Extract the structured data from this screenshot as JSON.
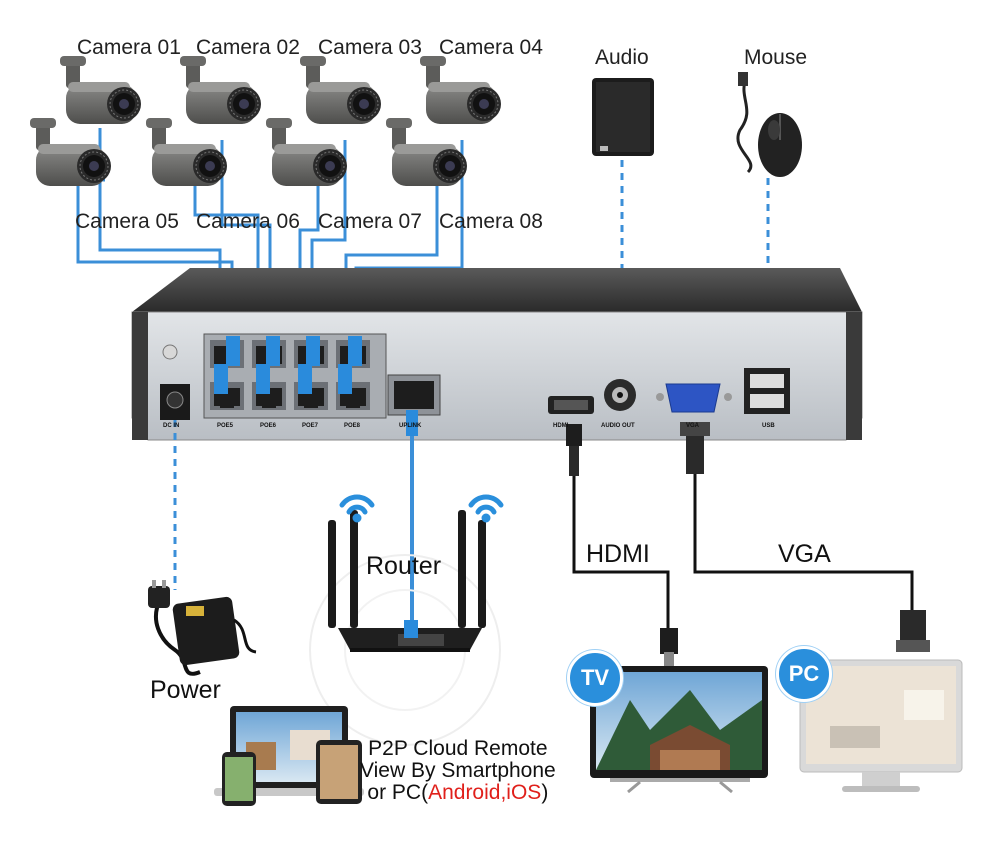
{
  "cameras": {
    "row1": [
      "Camera 01",
      "Camera 02",
      "Camera 03",
      "Camera 04"
    ],
    "row2": [
      "Camera 05",
      "Camera 06",
      "Camera 07",
      "Camera 08"
    ]
  },
  "peripherals": {
    "audio": "Audio",
    "mouse": "Mouse",
    "router": "Router",
    "power": "Power",
    "hdmi": "HDMI",
    "vga": "VGA",
    "tv_badge": "TV",
    "pc_badge": "PC"
  },
  "nvr_ports": {
    "poe_bottom": [
      "POE5",
      "POE6",
      "POE7",
      "POE8"
    ],
    "dc_in": "DC IN",
    "uplink": "UPLINK",
    "hdmi": "HDMI",
    "audio_out": "AUDIO OUT",
    "vga": "VGA",
    "usb": "USB"
  },
  "remote": {
    "line1": "P2P Cloud Remote",
    "line2": "View By Smartphone",
    "line3_prefix": "or PC(",
    "line3_highlight": "Android,iOS",
    "line3_suffix": ")"
  },
  "colors": {
    "cable": "#3b8fd8",
    "nvr_body": "#2f2f2f",
    "nvr_front": "#c9cdd2",
    "badge": "#2a8fdc",
    "highlight": "#e0201b"
  }
}
